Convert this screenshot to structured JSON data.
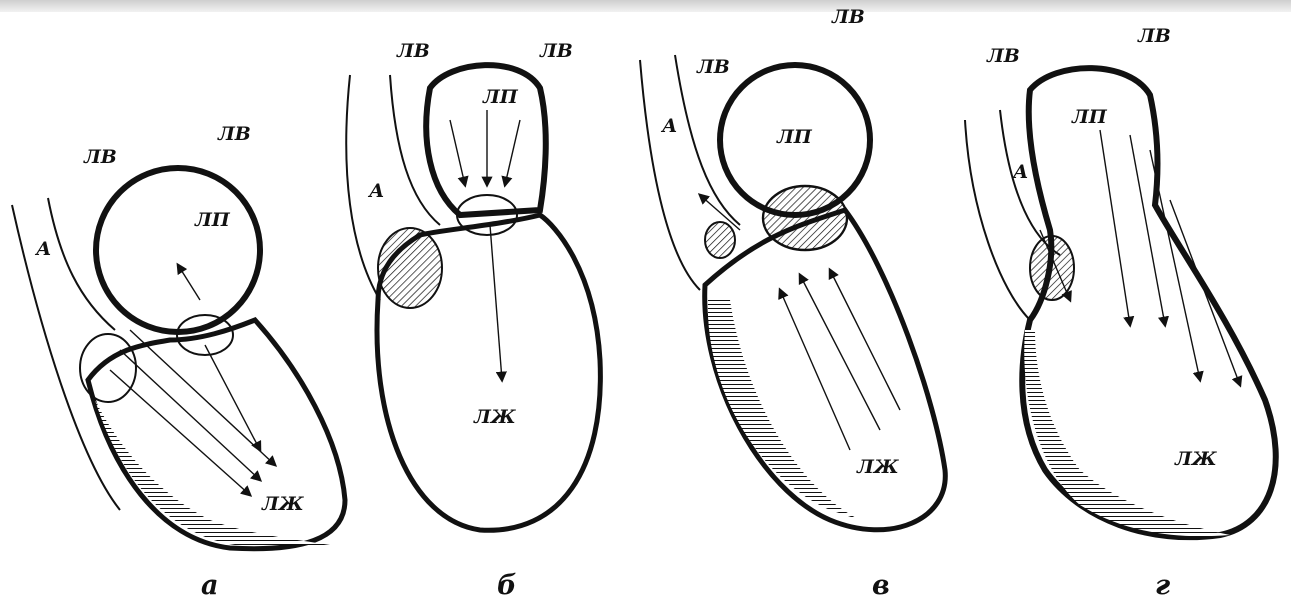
{
  "panels": [
    {
      "caption": "а",
      "labels": {
        "pv_left": "ЛВ",
        "pv_right": "ЛВ",
        "la": "ЛП",
        "aorta": "А",
        "lv": "ЛЖ"
      }
    },
    {
      "caption": "б",
      "labels": {
        "pv_left": "ЛВ",
        "pv_right": "ЛВ",
        "la": "ЛП",
        "aorta": "А",
        "lv": "ЛЖ"
      }
    },
    {
      "caption": "в",
      "labels": {
        "pv_left": "ЛВ",
        "pv_right": "ЛВ",
        "la": "ЛП",
        "aorta": "А",
        "lv": "ЛЖ"
      }
    },
    {
      "caption": "г",
      "labels": {
        "pv_left": "ЛВ",
        "pv_right": "ЛВ",
        "la": "ЛП",
        "aorta": "А",
        "lv": "ЛЖ"
      }
    }
  ]
}
